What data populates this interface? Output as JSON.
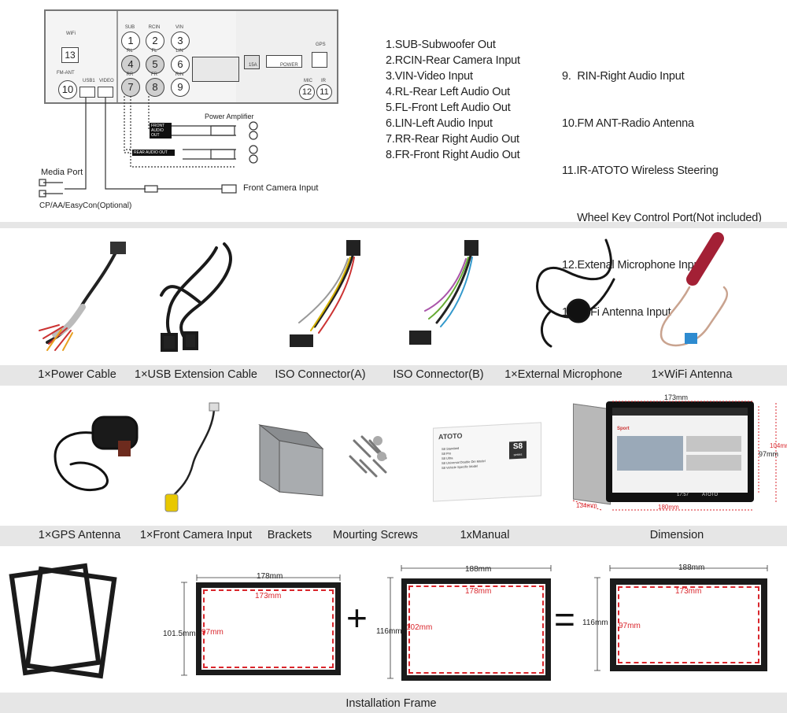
{
  "wiring": {
    "labels": {
      "wifi": "WiFi",
      "fm_ant": "FM-ANT",
      "usb1": "USB1",
      "video": "VIDEO",
      "sub": "SUB",
      "rcin": "RCIN",
      "vin": "VIN",
      "rl": "RL",
      "fl": "FL",
      "lin": "LIN",
      "rr": "RR",
      "fr": "FR",
      "rin": "RIN",
      "gps": "GPS",
      "fuse": "15A",
      "power": "POWER",
      "mic": "MIC",
      "ir": "IR",
      "power_amplifier": "Power Amplifier",
      "front_audio_out": "FRONT AUDIO OUT",
      "rear_audio_out": "REAR AUDIO OUT",
      "media_port": "Media Port",
      "media_sub": "CP/AA/EasyCon(Optional)",
      "front_camera_input": "Front Camera Input"
    },
    "pins": {
      "p1": "1",
      "p2": "2",
      "p3": "3",
      "p4": "4",
      "p5": "5",
      "p6": "6",
      "p7": "7",
      "p8": "8",
      "p9": "9",
      "p10": "10",
      "p11": "11",
      "p12": "12",
      "p13": "13"
    },
    "legend_left": [
      "1.SUB-Subwoofer Out",
      "2.RCIN-Rear Camera Input",
      "3.VIN-Video Input",
      "4.RL-Rear Left Audio Out",
      "5.FL-Front Left Audio Out",
      "6.LIN-Left Audio Input",
      "7.RR-Rear Right Audio Out",
      "8.FR-Front Right Audio Out"
    ],
    "legend_right": [
      "9.  RIN-Right Audio Input",
      "10.FM ANT-Radio Antenna",
      "11.IR-ATOTO Wireless Steering",
      "     Wheel Key Control Port(Not included)",
      "12.Extenal Microphone Input",
      "13.WiFi Antenna Input"
    ]
  },
  "accessories_row1": [
    "1×Power Cable",
    "1×USB Extension Cable",
    "ISO Connector(A)",
    "ISO Connector(B)",
    "1×External Microphone",
    "1×WiFi Antenna"
  ],
  "accessories_row2": [
    "1×GPS Antenna",
    "1×Front Camera Input",
    "Brackets",
    "Mourting Screws",
    "1xManual",
    "Dimension"
  ],
  "manual": {
    "brand": "ATOTO",
    "model": "S8",
    "series": "series",
    "items": [
      "S8 Standard",
      "S8 Pro",
      "S8 Ultra",
      "S8 Universal Double Din Model",
      "S8 Vehicle Specific Model"
    ]
  },
  "dimension": {
    "width_top": "173mm",
    "height_inner": "97mm",
    "height_outer": "104mm",
    "depth": "134mm",
    "width_bottom": "180mm",
    "screen_section": "Sport",
    "screen_time": "17:57",
    "screen_brand": "ATOTO"
  },
  "installation": {
    "caption": "Installation Frame",
    "plus": "+",
    "equals": "=",
    "frame1": {
      "outer_w": "178mm",
      "outer_h": "101.5mm",
      "inner_w": "173mm",
      "inner_h": "97mm"
    },
    "frame2": {
      "outer_w": "188mm",
      "outer_h": "116mm",
      "inner_w": "178mm",
      "inner_h": "102mm"
    },
    "frame3": {
      "outer_w": "188mm",
      "outer_h": "116mm",
      "inner_w": "173mm",
      "inner_h": "97mm"
    }
  },
  "colors": {
    "red_dim": "#d9262c",
    "band": "#e6e6e6",
    "frame": "#1b1b1b"
  }
}
